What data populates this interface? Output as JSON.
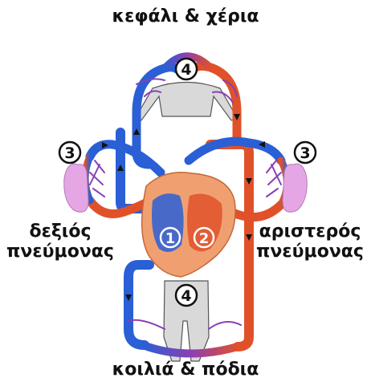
{
  "labels": {
    "top": "κεφάλι & χέρια",
    "bottom": "κοιλιά & πόδια",
    "right_lung_line1": "δεξιός",
    "right_lung_line2": "πνεύμονας",
    "left_lung_line1": "αριστερός",
    "left_lung_line2": "πνεύμονας"
  },
  "markers": {
    "head_arms": "4",
    "abdomen_legs": "4",
    "right_lung": "3",
    "left_lung": "3",
    "right_heart": "1",
    "left_heart": "2"
  },
  "colors": {
    "oxygen_poor": "#2a5fd6",
    "oxygen_rich": "#e0512a",
    "capillary": "#8a3fb5",
    "lung": "#e5a6e6",
    "heart": "#f0a070"
  }
}
